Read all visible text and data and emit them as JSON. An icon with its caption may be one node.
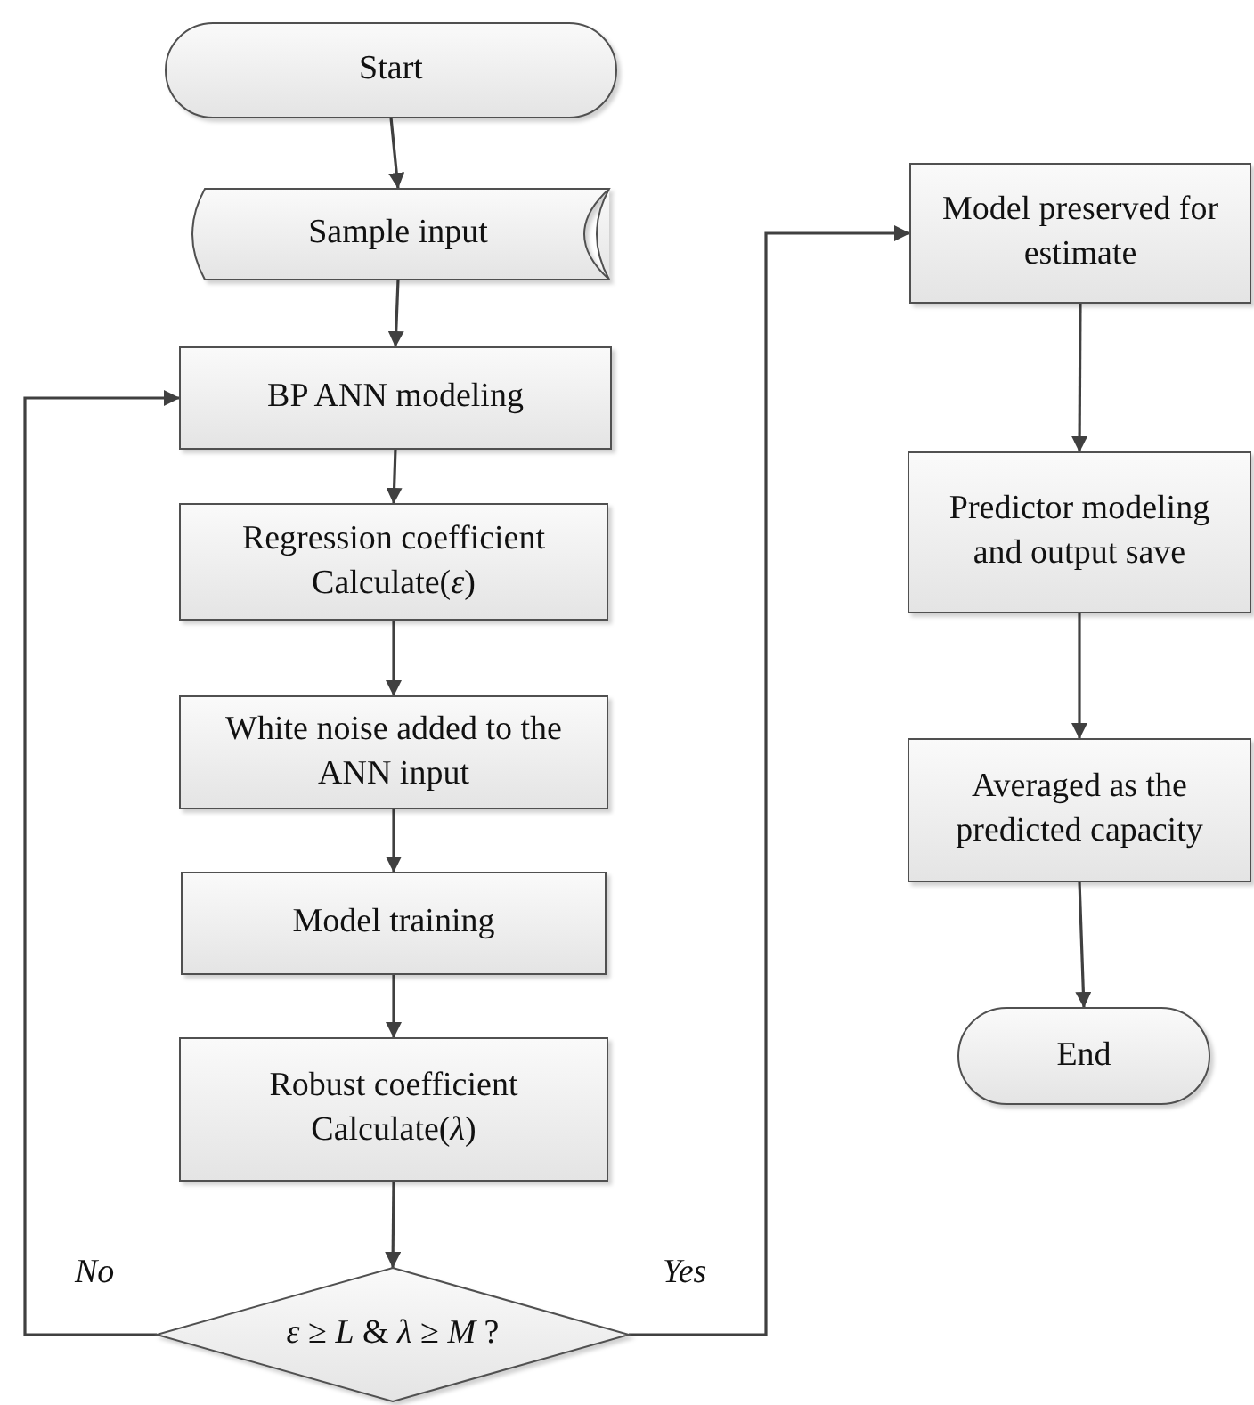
{
  "diagram": {
    "nodes": [
      {
        "text": [
          "Start"
        ]
      },
      {
        "text": [
          "Sample input"
        ]
      },
      {
        "text": [
          "BP ANN modeling"
        ]
      },
      {
        "text": [
          "Regression coefficient Calculate(*ε*)"
        ]
      },
      {
        "text": [
          "White noise added to the ANN input"
        ]
      },
      {
        "text": [
          "Model training"
        ]
      },
      {
        "text": [
          "Robust coefficient Calculate(*λ*)"
        ]
      },
      {
        "text": [
          "*ε* ≥ *L* & *λ* ≥ *M* ?"
        ]
      },
      {
        "text": [
          "Model preserved for estimate"
        ]
      },
      {
        "text": [
          "Predictor modeling and output save"
        ]
      },
      {
        "text": [
          "Averaged as the predicted capacity"
        ]
      },
      {
        "text": [
          "End"
        ]
      }
    ],
    "edges": [
      {
        "from": 0,
        "to": 1,
        "arrow": "to"
      },
      {
        "from": 1,
        "to": 2,
        "arrow": "to"
      },
      {
        "from": 2,
        "to": 3,
        "arrow": "to"
      },
      {
        "from": 3,
        "to": 4,
        "arrow": "to"
      },
      {
        "from": 4,
        "to": 5,
        "arrow": "to"
      },
      {
        "from": 5,
        "to": 6,
        "arrow": "to"
      },
      {
        "from": 6,
        "to": 7,
        "arrow": "to"
      },
      {
        "from": 7,
        "to": 2,
        "arrow": "to",
        "label": "No"
      },
      {
        "from": 7,
        "to": 8,
        "arrow": "to",
        "label": "Yes"
      },
      {
        "from": 8,
        "to": 9,
        "arrow": "to"
      },
      {
        "from": 9,
        "to": 10,
        "arrow": "to"
      },
      {
        "from": 10,
        "to": 11,
        "arrow": "to"
      }
    ]
  }
}
